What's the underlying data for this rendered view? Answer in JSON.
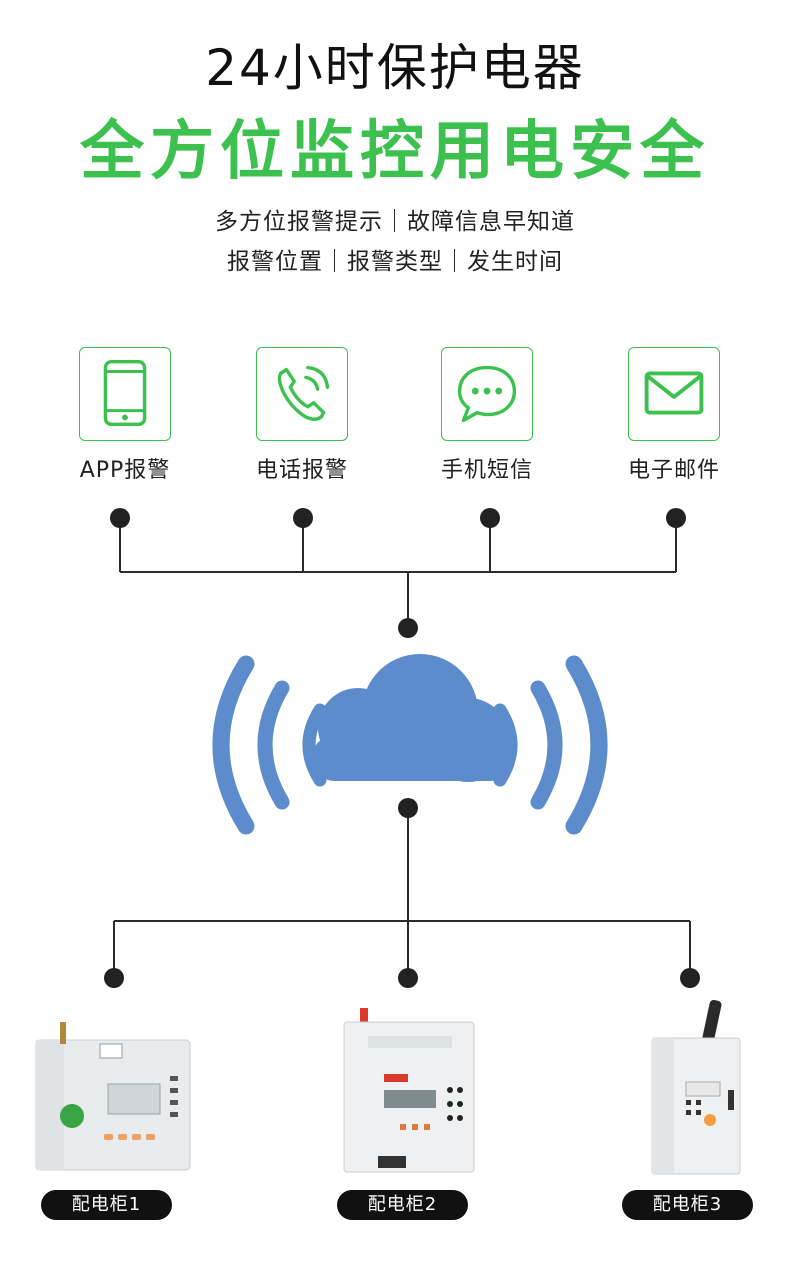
{
  "header": {
    "title": "24小时保护电器",
    "headline": "全方位监控用电安全",
    "line1": "多方位报警提示｜故障信息早知道",
    "line2": "报警位置｜报警类型｜发生时间"
  },
  "channels": [
    {
      "label": "APP报警",
      "icon": "phone-icon"
    },
    {
      "label": "电话报警",
      "icon": "call-icon"
    },
    {
      "label": "手机短信",
      "icon": "chat-icon"
    },
    {
      "label": "电子邮件",
      "icon": "mail-icon"
    }
  ],
  "cloud": {
    "icon": "cloud-icon"
  },
  "devices": [
    {
      "label": "配电柜1"
    },
    {
      "label": "配电柜2"
    },
    {
      "label": "配电柜3"
    }
  ],
  "colors": {
    "accent_green": "#3cc14e",
    "cloud_blue": "#5d8ccd",
    "wire": "#2b2b2b"
  }
}
